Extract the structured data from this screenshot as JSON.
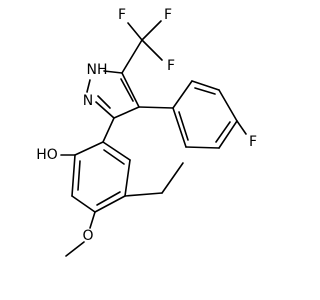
{
  "molecule": {
    "atoms": {
      "F1": "F",
      "F2": "F",
      "F3": "F",
      "NH": "NH",
      "N": "N",
      "F4": "F",
      "OH": "HO",
      "O": "O"
    }
  },
  "colors": {
    "bond": "#000000",
    "label": "#000000",
    "background": "#ffffff"
  }
}
